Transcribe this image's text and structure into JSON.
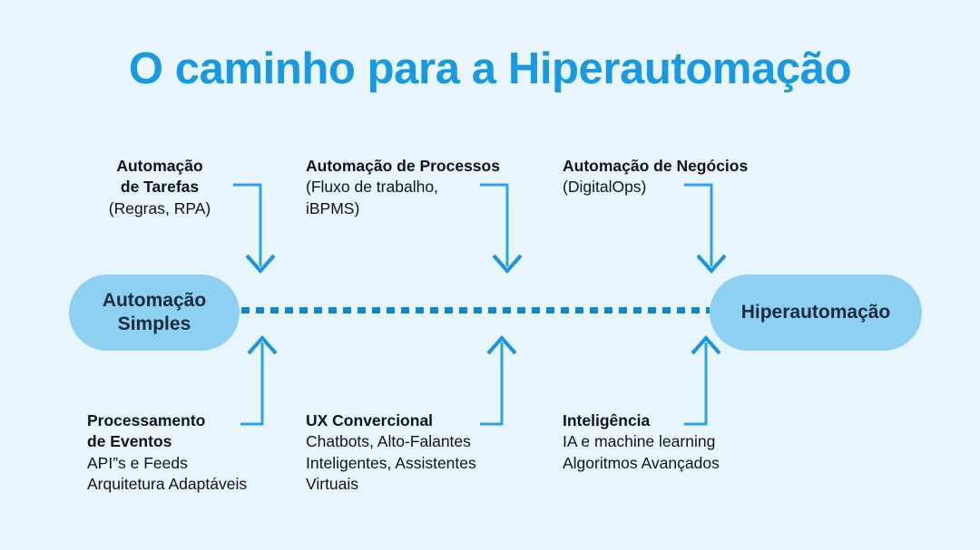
{
  "title": "O caminho para a Hiperautomação",
  "colors": {
    "background": "#e8f5fd",
    "title_blue": "#1899e0",
    "pill_fill": "#8ed0f2",
    "pill_text": "#1b2a3d",
    "arrow_blue": "#29a3e8",
    "spine_blue": "#1186c8",
    "label_text": "#111418"
  },
  "nodes": {
    "start": "Automação Simples",
    "end": "Hiperautomação"
  },
  "top_labels": [
    {
      "heading": "Automação\nde Tarefas",
      "body": "(Regras, RPA)",
      "align": "center"
    },
    {
      "heading": "Automação de Processos",
      "body": "(Fluxo de trabalho,\niBPMS)",
      "align": "left"
    },
    {
      "heading": "Automação de Negócios",
      "body": "(DigitalOps)",
      "align": "left"
    }
  ],
  "bottom_labels": [
    {
      "heading": "Processamento\nde Eventos",
      "body": "API”s e Feeds\nArquitetura Adaptáveis",
      "align": "left"
    },
    {
      "heading": "UX Convercional",
      "body": "Chatbots, Alto-Falantes\nInteligentes, Assistentes\nVirtuais",
      "align": "left"
    },
    {
      "heading": "Inteligência",
      "body": "IA e machine learning\nAlgoritmos Avançados",
      "align": "left"
    }
  ]
}
